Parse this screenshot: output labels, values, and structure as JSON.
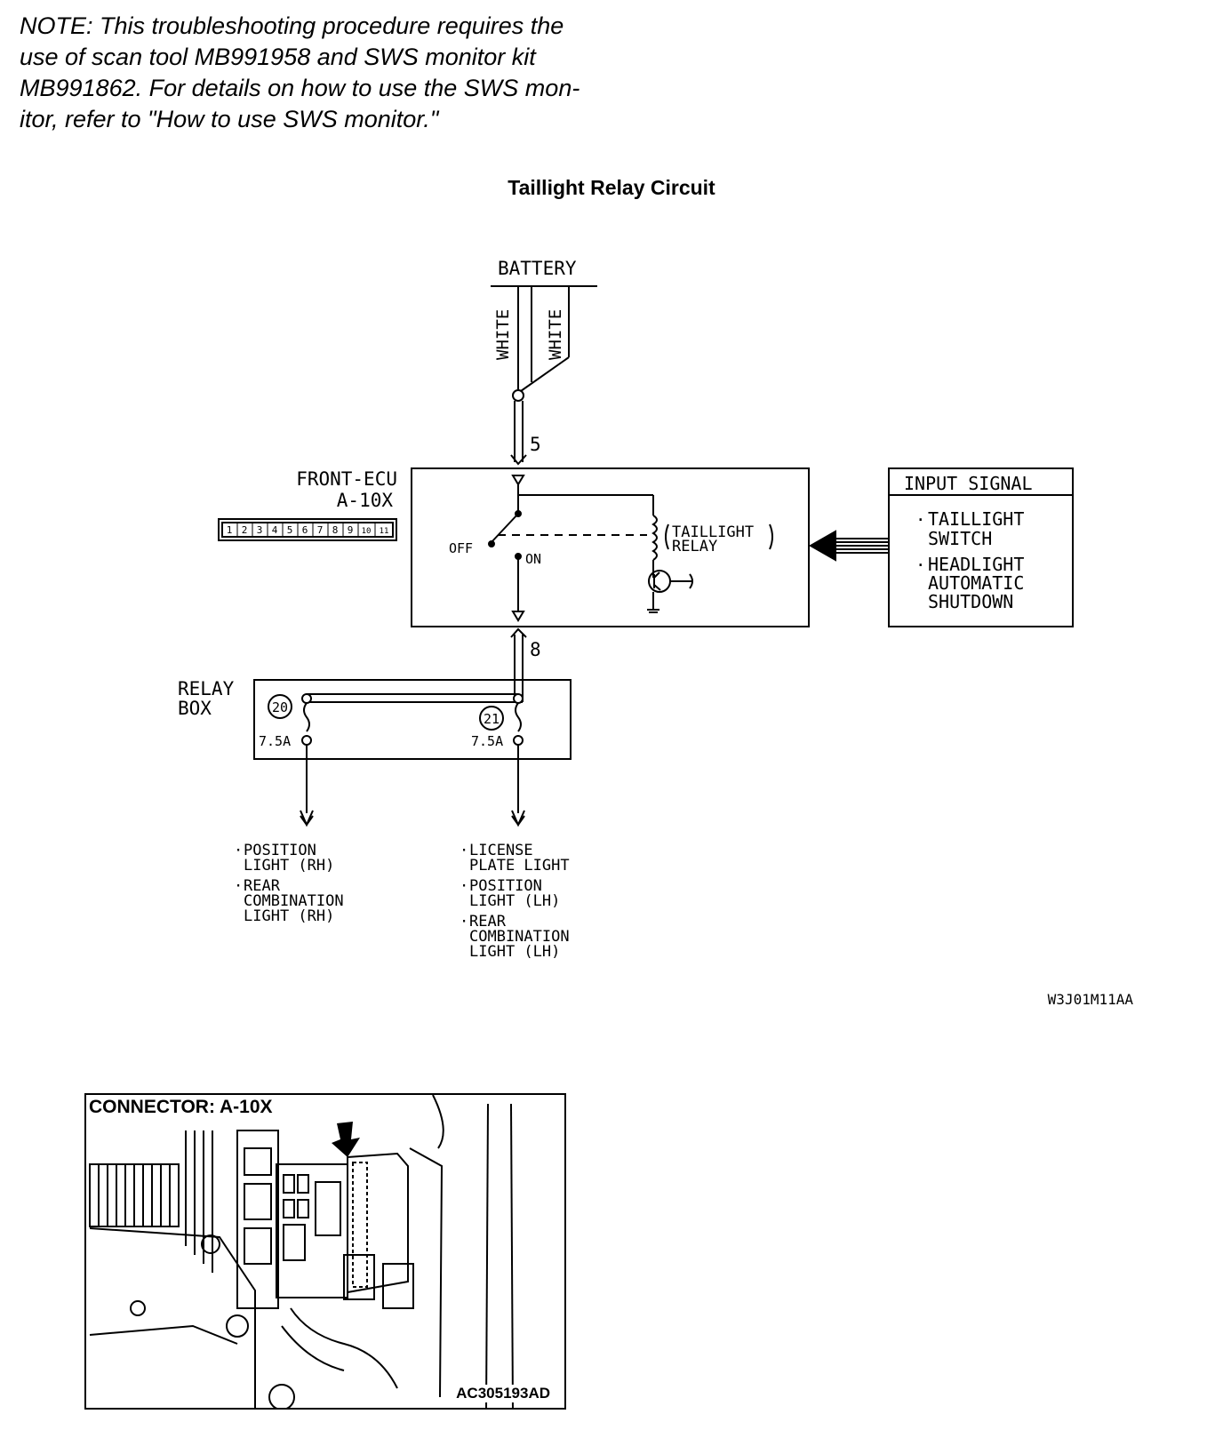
{
  "note": {
    "lines": [
      "NOTE: This troubleshooting procedure requires the",
      "use of scan tool MB991958 and SWS monitor kit",
      "MB991862. For details on how to use the SWS mon-",
      "itor, refer to \"How to use SWS monitor.\""
    ]
  },
  "diagram": {
    "title": "Taillight Relay Circuit",
    "battery_label": "BATTERY",
    "wire_color_left": "WHITE",
    "wire_color_right": "WHITE",
    "terminal_top": "5",
    "terminal_bottom": "8",
    "ecu_name": "FRONT-ECU",
    "ecu_connector": "A-10X",
    "connector_pins": [
      "1",
      "2",
      "3",
      "4",
      "5",
      "6",
      "7",
      "8",
      "9",
      "10",
      "11"
    ],
    "switch_off": "OFF",
    "switch_on": "ON",
    "relay_label_1": "TAILLIGHT",
    "relay_label_2": "RELAY",
    "input_signal_title": "INPUT SIGNAL",
    "input_signal_items": [
      [
        "TAILLIGHT",
        "SWITCH"
      ],
      [
        "HEADLIGHT",
        "AUTOMATIC",
        "SHUTDOWN"
      ]
    ],
    "relay_box_label_1": "RELAY",
    "relay_box_label_2": "BOX",
    "fuse_left_no": "20",
    "fuse_right_no": "21",
    "fuse_left_rating": "7.5A",
    "fuse_right_rating": "7.5A",
    "outputs_left": [
      [
        "POSITION",
        "LIGHT (RH)"
      ],
      [
        "REAR",
        "COMBINATION",
        "LIGHT (RH)"
      ]
    ],
    "outputs_right": [
      [
        "LICENSE",
        "PLATE LIGHT"
      ],
      [
        "POSITION",
        "LIGHT (LH)"
      ],
      [
        "REAR",
        "COMBINATION",
        "LIGHT (LH)"
      ]
    ],
    "diagram_code": "W3J01M11AA"
  },
  "photo": {
    "label": "CONNECTOR: A-10X",
    "code": "AC305193AD"
  }
}
